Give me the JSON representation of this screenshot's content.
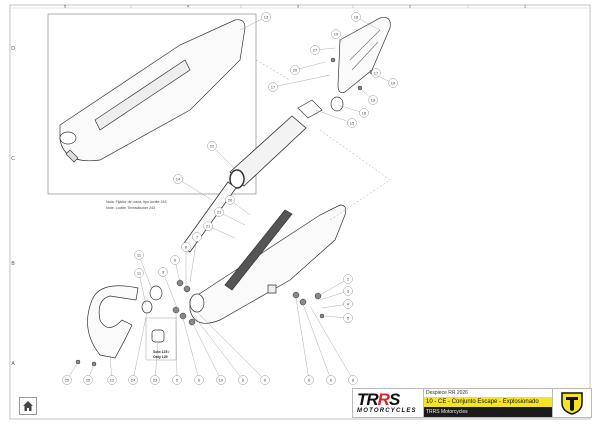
{
  "border": {
    "columns": [
      "5",
      "4",
      "3",
      "2",
      "1"
    ],
    "rows": [
      "D",
      "C",
      "B",
      "A"
    ]
  },
  "notes": [
    "Nota: Fijador de rosca, tipo loctite 243",
    "Note: Loctite Threadlocker 243"
  ],
  "sub_note": [
    "Solo 125 /",
    "Only 125"
  ],
  "callouts": [
    "13",
    "18",
    "19",
    "27",
    "20",
    "17",
    "19",
    "17",
    "18",
    "16",
    "15",
    "22",
    "14",
    "20",
    "21",
    "21",
    "7",
    "8",
    "9",
    "11",
    "11",
    "9",
    "2",
    "3",
    "4",
    "5",
    "25",
    "25",
    "12",
    "24",
    "23",
    "5",
    "6",
    "10",
    "8",
    "6",
    "6",
    "6",
    "8"
  ],
  "title_block": {
    "logo_text": "TRRS",
    "logo_sub": "MOTORCYCLES",
    "model": "Despiece RR 2026",
    "title": "10 - CE - Conjunto Escape - Explosionado",
    "company": "TRRS Motorcycles",
    "accent": "#f5e425"
  },
  "home_button": "home-icon"
}
